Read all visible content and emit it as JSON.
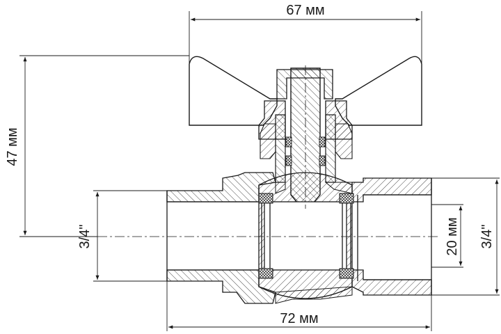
{
  "dimensions": {
    "handle_width": "67 мм",
    "height": "47 мм",
    "length": "72 мм",
    "bore": "20 мм",
    "thread_left": "3/4\"",
    "thread_right": "3/4\""
  },
  "colors": {
    "ink": "#1a1a1a",
    "background": "#ffffff"
  }
}
